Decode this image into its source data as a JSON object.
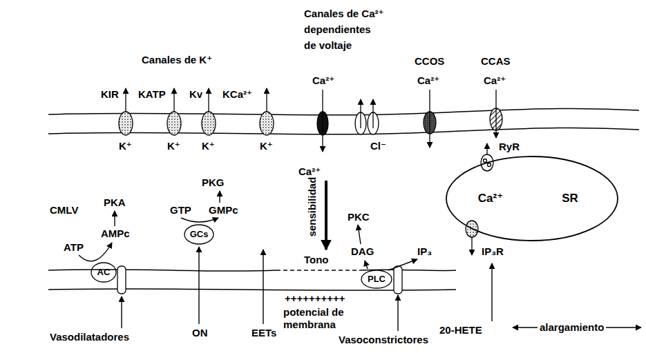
{
  "diagram": {
    "nodes": [
      {
        "text": [
          "Ca²⁺",
          "SR"
        ]
      },
      {
        "text": [
          "AC"
        ]
      },
      {
        "text": [
          "GCs"
        ]
      },
      {
        "text": [
          "PLC"
        ]
      }
    ],
    "labels": [
      "Canales de K⁺",
      "Canales de Ca²⁺ dependientes de voltaje",
      "Ca²⁺",
      "CCOS",
      "Ca²⁺",
      "CCAS",
      "Ca²⁺",
      "KIR",
      "KATP",
      "Kv",
      "KCa²⁺",
      "K⁺",
      "K⁺",
      "K⁺",
      "K⁺",
      "Cl⁻",
      "RyR",
      "Ca²⁺",
      "sensibilidad",
      "CMLV",
      "PKA",
      "ATP",
      "AMPc",
      "PKG",
      "GTP",
      "GMPc",
      "PKC",
      "DAG",
      "IP₃",
      "IP₃R",
      "Tono",
      "++++++++++",
      "potencial de membrana",
      "Vasodilatadores",
      "ON",
      "EETs",
      "Vasoconstrictores",
      "20-HETE",
      "alargamiento"
    ]
  }
}
